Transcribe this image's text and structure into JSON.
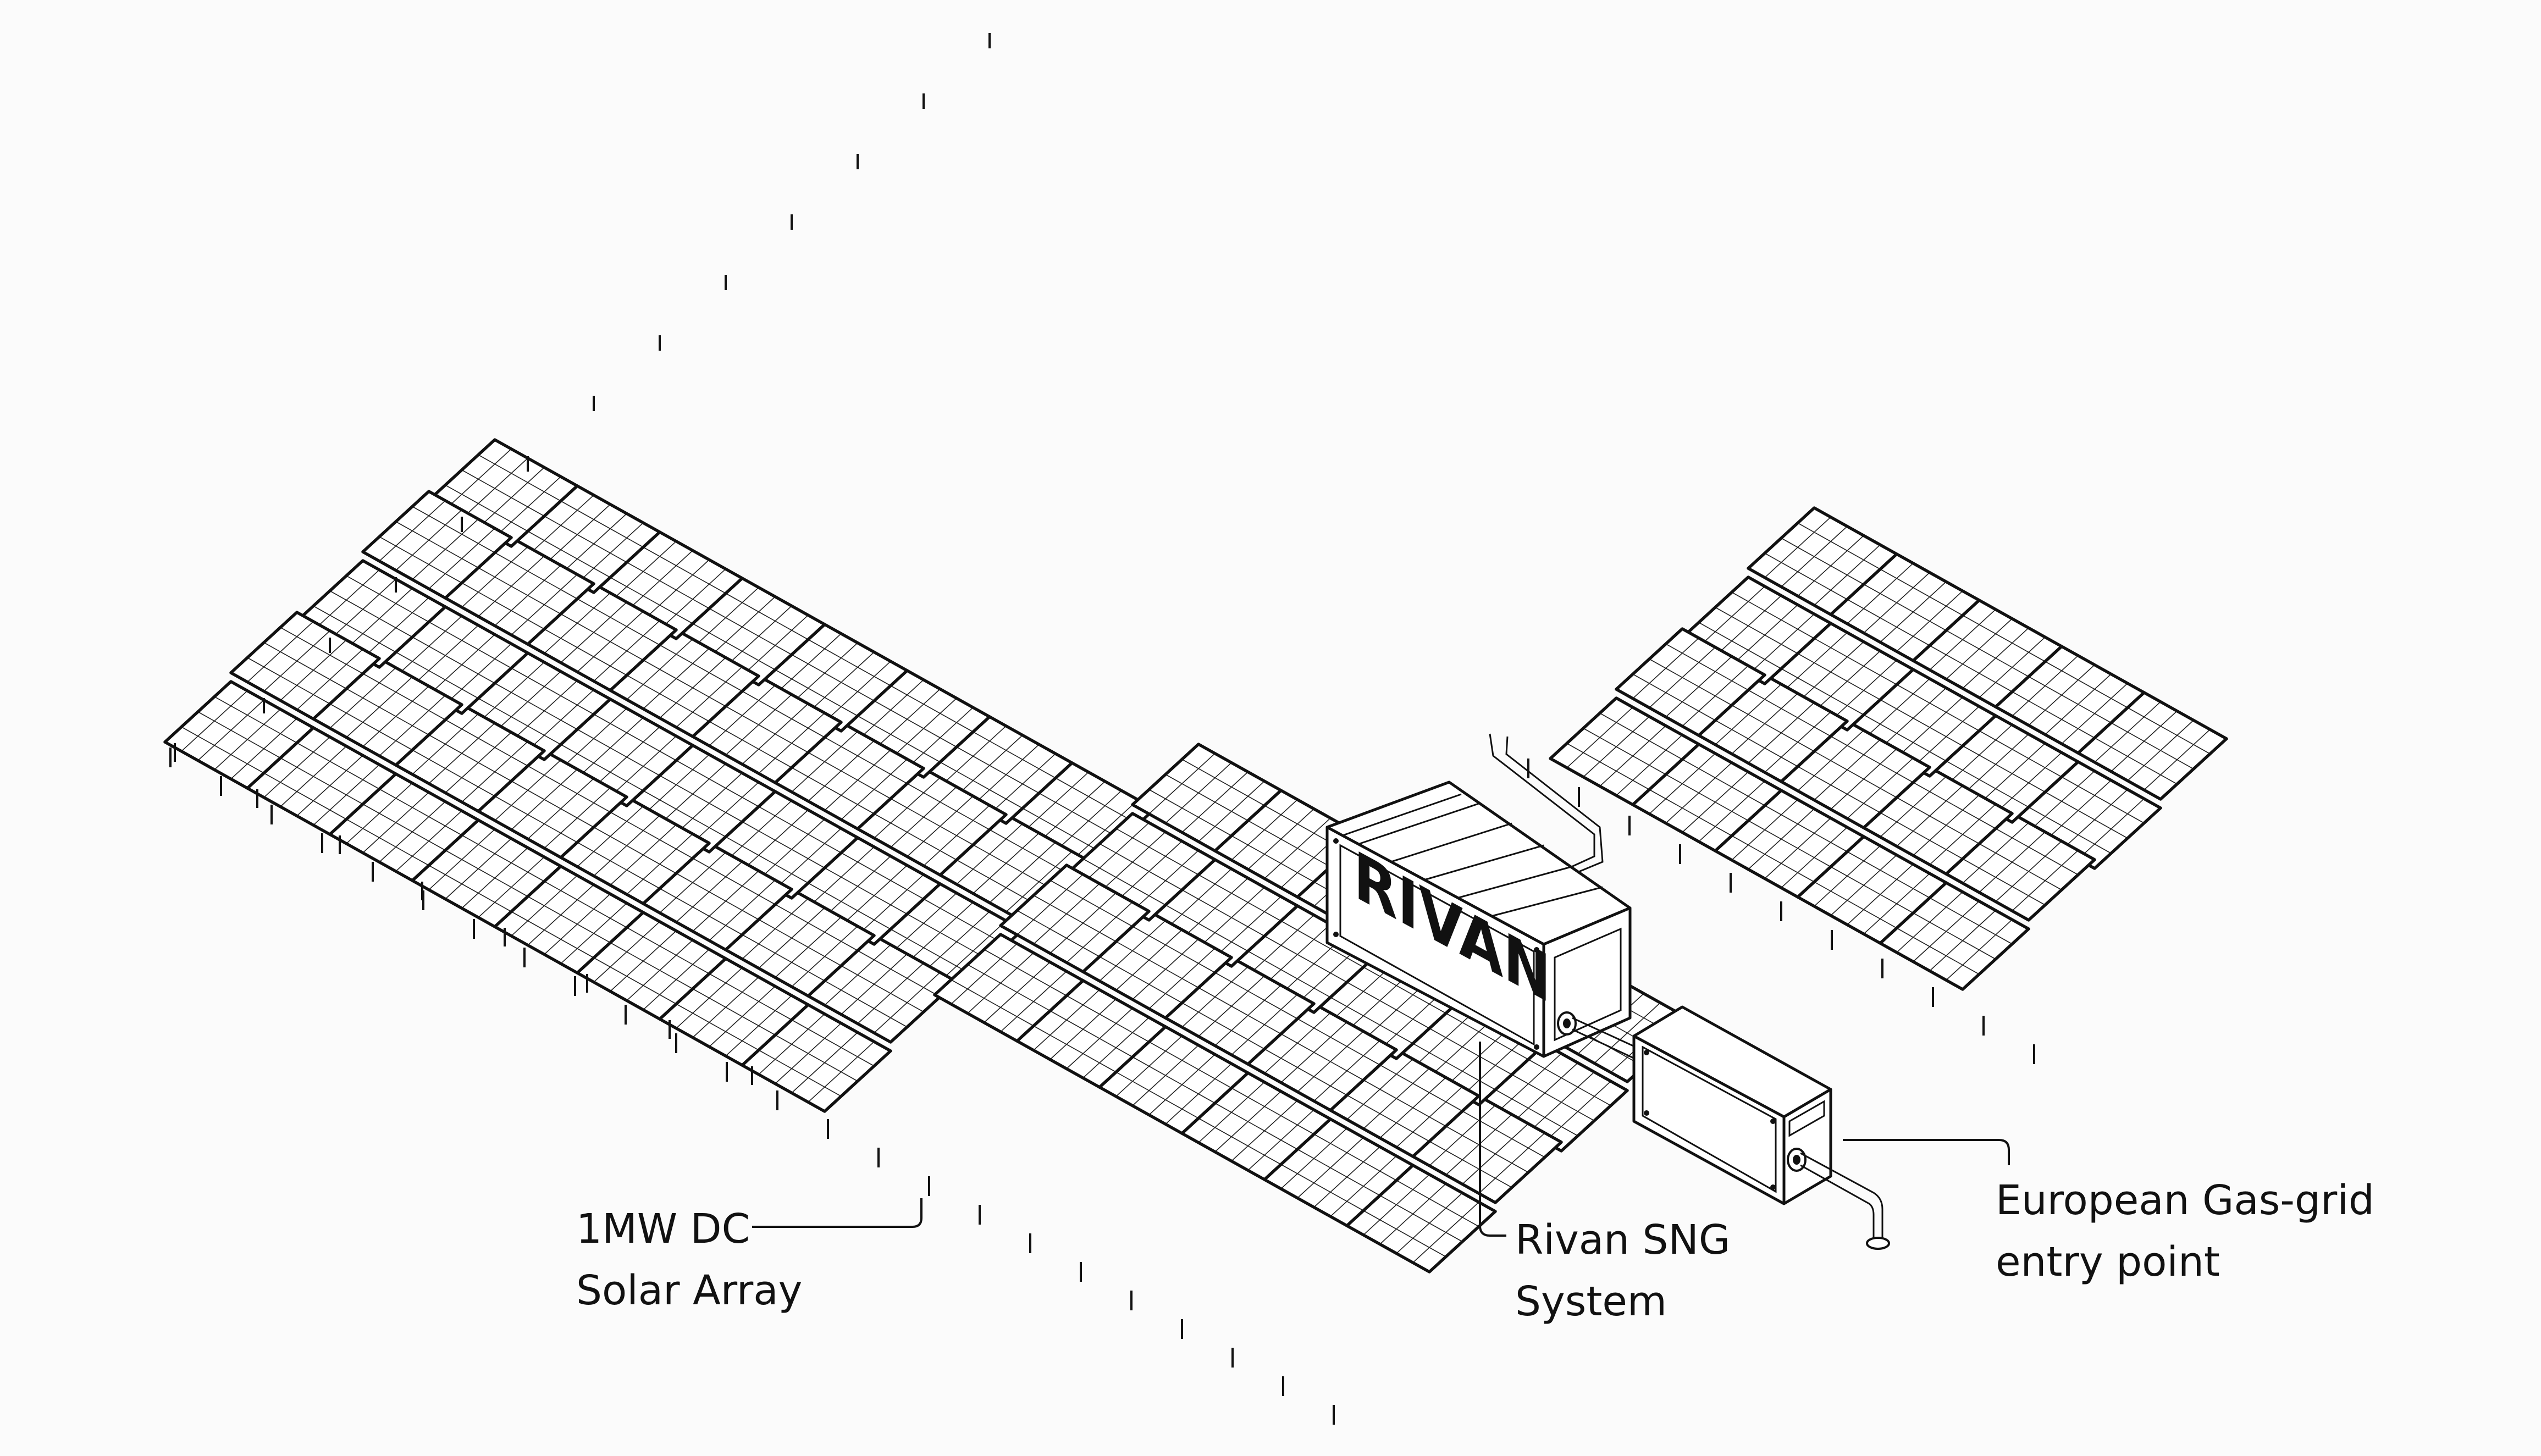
{
  "box_logo": "RIVAN",
  "labels": {
    "solar": {
      "line1": "1MW DC",
      "line2": "Solar Array"
    },
    "sng": {
      "line1": "Rivan SNG",
      "line2": "System"
    },
    "grid": {
      "line1": "European Gas-grid",
      "line2": "entry point"
    }
  }
}
